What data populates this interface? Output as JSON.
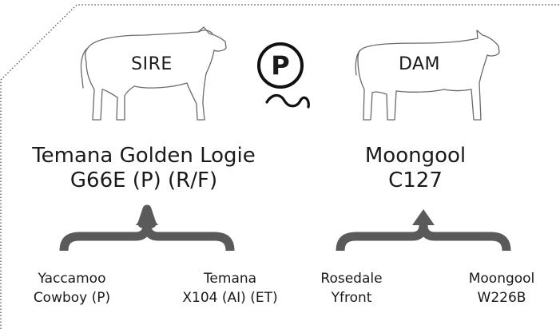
{
  "sire": {
    "role": "SIRE",
    "name_line1": "Temana Golden Logie",
    "name_line2": "G66E (P) (R/F)"
  },
  "dam": {
    "role": "DAM",
    "name_line1": "Moongool",
    "name_line2": "C127"
  },
  "polled_symbol": "P",
  "grandparents": {
    "sire_sire": {
      "line1": "Yaccamoo",
      "line2": "Cowboy (P)"
    },
    "sire_dam": {
      "line1": "Temana",
      "line2": "X104 (AI) (ET)"
    },
    "dam_sire": {
      "line1": "Rosedale",
      "line2": "Yfront"
    },
    "dam_dam": {
      "line1": "Moongool",
      "line2": "W226B"
    }
  },
  "colors": {
    "ink": "#1a1a1a",
    "bracket": "#5a5a5a",
    "cow_outline": "#6a6a6a"
  },
  "icons": [
    "bull-icon",
    "cow-icon",
    "polled-p-icon",
    "up-arrow-bracket-icon"
  ]
}
